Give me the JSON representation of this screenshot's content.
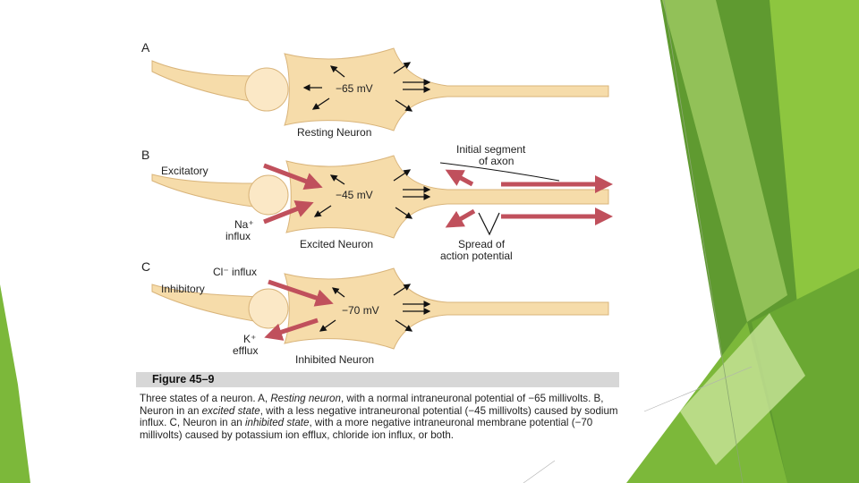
{
  "panels": [
    {
      "letter": "A",
      "potential": "−65 mV",
      "state": "Resting Neuron"
    },
    {
      "letter": "B",
      "potential": "−45 mV",
      "state": "Excited Neuron",
      "input_label": "Excitatory",
      "ion_label_1": "Na⁺",
      "ion_label_2": "influx",
      "segment_label_1": "Initial segment",
      "segment_label_2": "of axon",
      "spread_label_1": "Spread of",
      "spread_label_2": "action potential"
    },
    {
      "letter": "C",
      "potential": "−70 mV",
      "state": "Inhibited Neuron",
      "input_label": "Inhibitory",
      "ion_label_top": "Cl⁻ influx",
      "ion_label_1": "K⁺",
      "ion_label_2": "efflux"
    }
  ],
  "figure_label": "Figure 45–9",
  "caption": {
    "p1": "Three states of a neuron. A, ",
    "i1": "Resting neuron",
    "p2": ", with a normal intraneuronal potential of −65 millivolts. B, Neuron in an ",
    "i2": "excited state",
    "p3": ", with a less negative intraneuronal potential (−45 millivolts) caused by sodium influx. C, Neuron in an ",
    "i3": "inhibited state",
    "p4": ", with a more negative intraneuronal membrane potential (−70 millivolts) caused by potassium ion efflux, chloride ion influx, or both."
  },
  "colors": {
    "neuron_fill": "#f6dcaa",
    "neuron_stroke": "#d9b47a",
    "ion_arrow": "#c0505c",
    "green_dark": "#4f8a2a",
    "green_mid": "#7cb83a",
    "green_light": "#c8e39a"
  }
}
